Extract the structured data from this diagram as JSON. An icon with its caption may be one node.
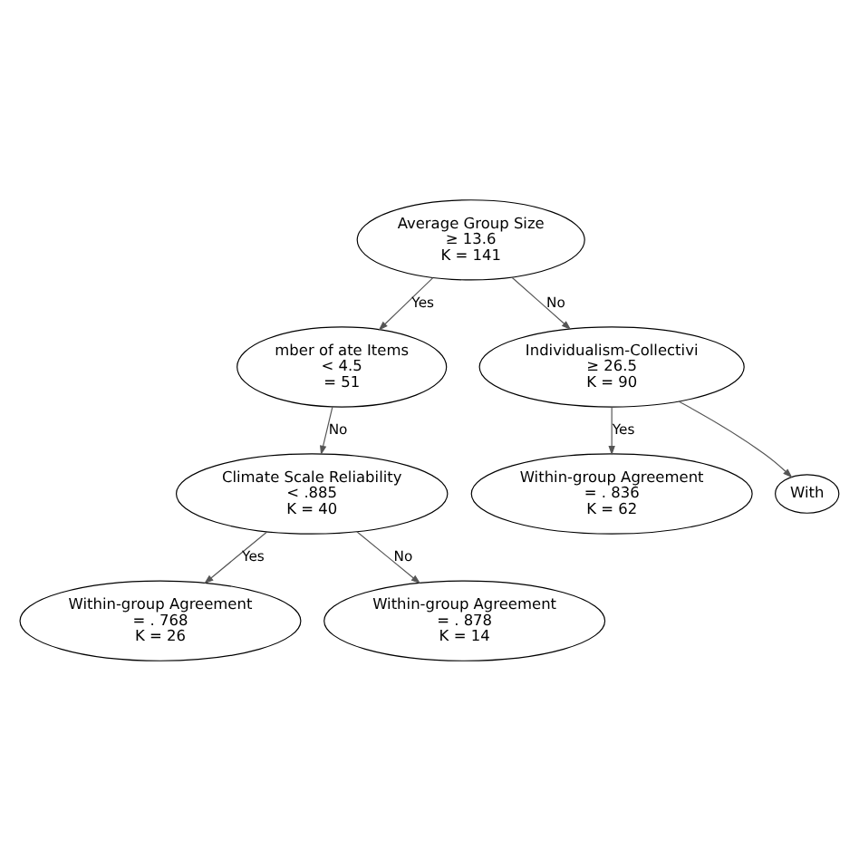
{
  "diagram": {
    "nodes": [
      {
        "text": [
          "Average Group Size",
          "≥ 13.6",
          "K = 141"
        ]
      },
      {
        "text": [
          "mber of ate Items",
          "< 4.5",
          "= 51"
        ]
      },
      {
        "text": [
          "Individualism-Collectivi",
          "≥ 26.5",
          "K = 90"
        ]
      },
      {
        "text": [
          "Climate Scale Reliability",
          "< .885",
          "K = 40"
        ]
      },
      {
        "text": [
          "Within-group Agreement",
          "= . 836",
          "K = 62"
        ]
      },
      {
        "text": [
          "With"
        ]
      },
      {
        "text": [
          "Within-group Agreement",
          "= . 768",
          "K = 26"
        ]
      },
      {
        "text": [
          "Within-group Agreement",
          "= . 878",
          "K = 14"
        ]
      }
    ],
    "edges": [
      {
        "from": 0,
        "to": 1,
        "arrow": "to",
        "label": "Yes"
      },
      {
        "from": 0,
        "to": 2,
        "arrow": "to",
        "label": "No"
      },
      {
        "from": 1,
        "to": 3,
        "arrow": "to",
        "label": "No"
      },
      {
        "from": 2,
        "to": 4,
        "arrow": "to",
        "label": "Yes"
      },
      {
        "from": 2,
        "to": 5,
        "arrow": "to"
      },
      {
        "from": 3,
        "to": 6,
        "arrow": "to",
        "label": "Yes"
      },
      {
        "from": 3,
        "to": 7,
        "arrow": "to",
        "label": "No"
      }
    ]
  }
}
